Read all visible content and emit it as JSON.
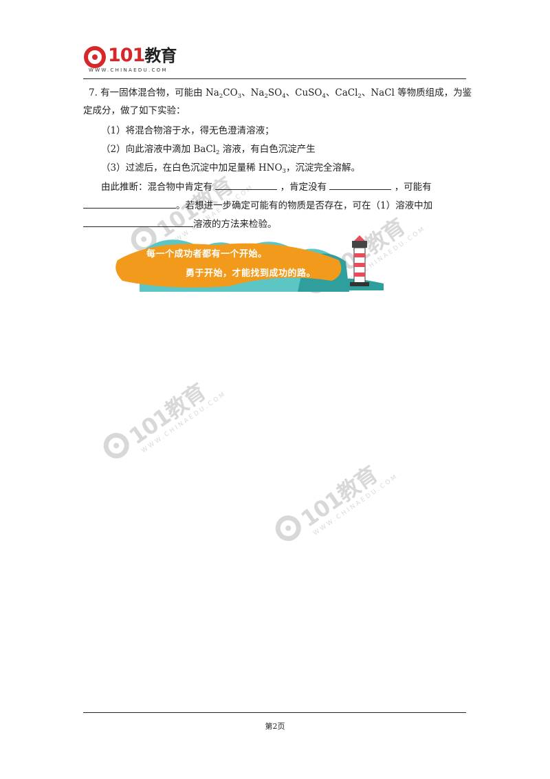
{
  "header": {
    "logo_text": "101",
    "logo_text_cn": "教育",
    "logo_url": "WWW.CHINAEDU.COM"
  },
  "question": {
    "line1_a": "7. 有一固体混合物，可能由 Na",
    "line1_b": "CO",
    "line1_c": "、Na",
    "line1_d": "SO",
    "line1_e": "、CuSO",
    "line1_f": "、CaCl",
    "line1_g": "、NaCl 等物质组成，为鉴",
    "sub_2": "2",
    "sub_3": "3",
    "sub_4": "4",
    "line2": "定成分，做了如下实验：",
    "step1": "（1）将混合物溶于水，得无色澄清溶液；",
    "step2_a": "（2）向此溶液中滴加 BaCl",
    "step2_b": " 溶液，有白色沉淀产生",
    "step3_a": "（3）过滤后，在白色沉淀中加足量稀 HNO",
    "step3_b": "，沉淀完全溶解。",
    "infer_a": "由此推断：混合物中肯定有",
    "infer_b": "，肯定没有",
    "infer_c": "，可能有",
    "infer_d": "。若想进一步确定可能有的物质是否存在，可在（1）溶液中加",
    "infer_e": "溶液的方法来检验。"
  },
  "banner": {
    "line1": "每一个成功者都有一个开始。",
    "line2": "勇于开始，才能找到成功的路。",
    "colors": {
      "orange": "#f19a1c",
      "teal": "#5cc6c4",
      "dark_teal": "#2e9f9c"
    }
  },
  "watermark": {
    "text": "101教育",
    "url": "WWW.CHINAEDU.COM"
  },
  "footer": {
    "page_label": "第2页"
  }
}
